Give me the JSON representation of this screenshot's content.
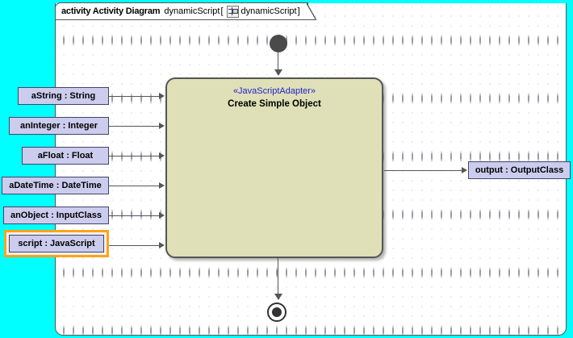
{
  "frame": {
    "kind_label": "activity Activity Diagram",
    "name": "dynamicScript",
    "bracket_open": "[",
    "bracket_close": "]",
    "icon_name": "activity-diagram-icon",
    "qualified_name": "dynamicScript"
  },
  "activity": {
    "stereotype": "«JavaScriptAdapter»",
    "title": "Create Simple Object",
    "fill_color": "#dfdfb8",
    "border_color": "#555555"
  },
  "input_pins": [
    {
      "label": "aString : String",
      "selected": false
    },
    {
      "label": "anInteger : Integer",
      "selected": false
    },
    {
      "label": "aFloat : Float",
      "selected": false
    },
    {
      "label": "aDateTime : DateTime",
      "selected": false
    },
    {
      "label": "anObject : InputClass",
      "selected": false
    },
    {
      "label": "script : JavaScript",
      "selected": true
    }
  ],
  "output_pins": [
    {
      "label": "output : OutputClass"
    }
  ],
  "control_nodes": {
    "initial_label": "initial-node",
    "final_label": "activity-final-node"
  },
  "colors": {
    "canvas_background": "#00ffff",
    "diagram_background": "#ffffff",
    "pin_fill": "#ccccee",
    "pin_border": "#444466",
    "selection_highlight": "#ffa31a",
    "stereotype_text": "#2222cc"
  }
}
